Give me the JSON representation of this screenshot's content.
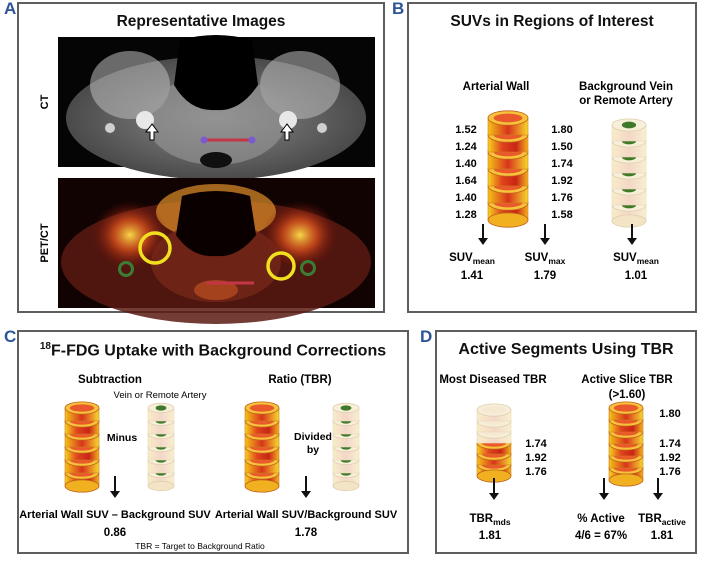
{
  "panel_a": {
    "letter": "A",
    "title": "Representative Images",
    "ct_label": "CT",
    "pet_label": "PET/CT"
  },
  "panel_b": {
    "letter": "B",
    "title": "SUVs in Regions of Interest",
    "arterial_title": "Arterial Wall",
    "background_title_1": "Background Vein",
    "background_title_2": "or Remote Artery",
    "left_values": [
      "1.52",
      "1.24",
      "1.40",
      "1.64",
      "1.40",
      "1.28"
    ],
    "right_values": [
      "1.80",
      "1.50",
      "1.74",
      "1.92",
      "1.76",
      "1.58"
    ],
    "suv_label": "SUV",
    "sub_mean": "mean",
    "sub_max": "max",
    "mean_value": "1.41",
    "max_value": "1.79",
    "bg_mean_value": "1.01"
  },
  "panel_c": {
    "letter": "C",
    "title_sup": "18",
    "title_main": "F-FDG Uptake with Background Corrections",
    "subtraction_title": "Subtraction",
    "vein_label": "Vein or Remote Artery",
    "minus_label": "Minus",
    "ratio_title": "Ratio (TBR)",
    "divided_label_1": "Divided",
    "divided_label_2": "by",
    "sub_formula": "Arterial Wall SUV – Background SUV",
    "sub_value": "0.86",
    "ratio_formula": "Arterial Wall SUV/Background SUV",
    "ratio_value": "1.78",
    "footnote": "TBR = Target to Background Ratio"
  },
  "panel_d": {
    "letter": "D",
    "title": "Active Segments Using TBR",
    "mds_title": "Most Diseased TBR",
    "active_title": "Active Slice TBR",
    "active_threshold": "(>1.60)",
    "mds_values": [
      "1.74",
      "1.92",
      "1.76"
    ],
    "active_top_value": "1.80",
    "active_values": [
      "1.74",
      "1.92",
      "1.76"
    ],
    "tbr_label": "TBR",
    "sub_mds": "mds",
    "mds_value": "1.81",
    "pct_label": "% Active",
    "pct_value": "4/6 = 67%",
    "sub_active": "active",
    "active_value": "1.81"
  },
  "colors": {
    "border": "#5e5e5e",
    "panel_letter": "#2f5497",
    "hot_red": "#d93a22",
    "hot_yellow": "#f6d21e",
    "pale_ring": "#f3e9c0",
    "lumen_green": "#3f7a2b",
    "roi_yellow": "#f0e020",
    "roi_green": "#3c7d35",
    "line_red": "#c43545"
  }
}
